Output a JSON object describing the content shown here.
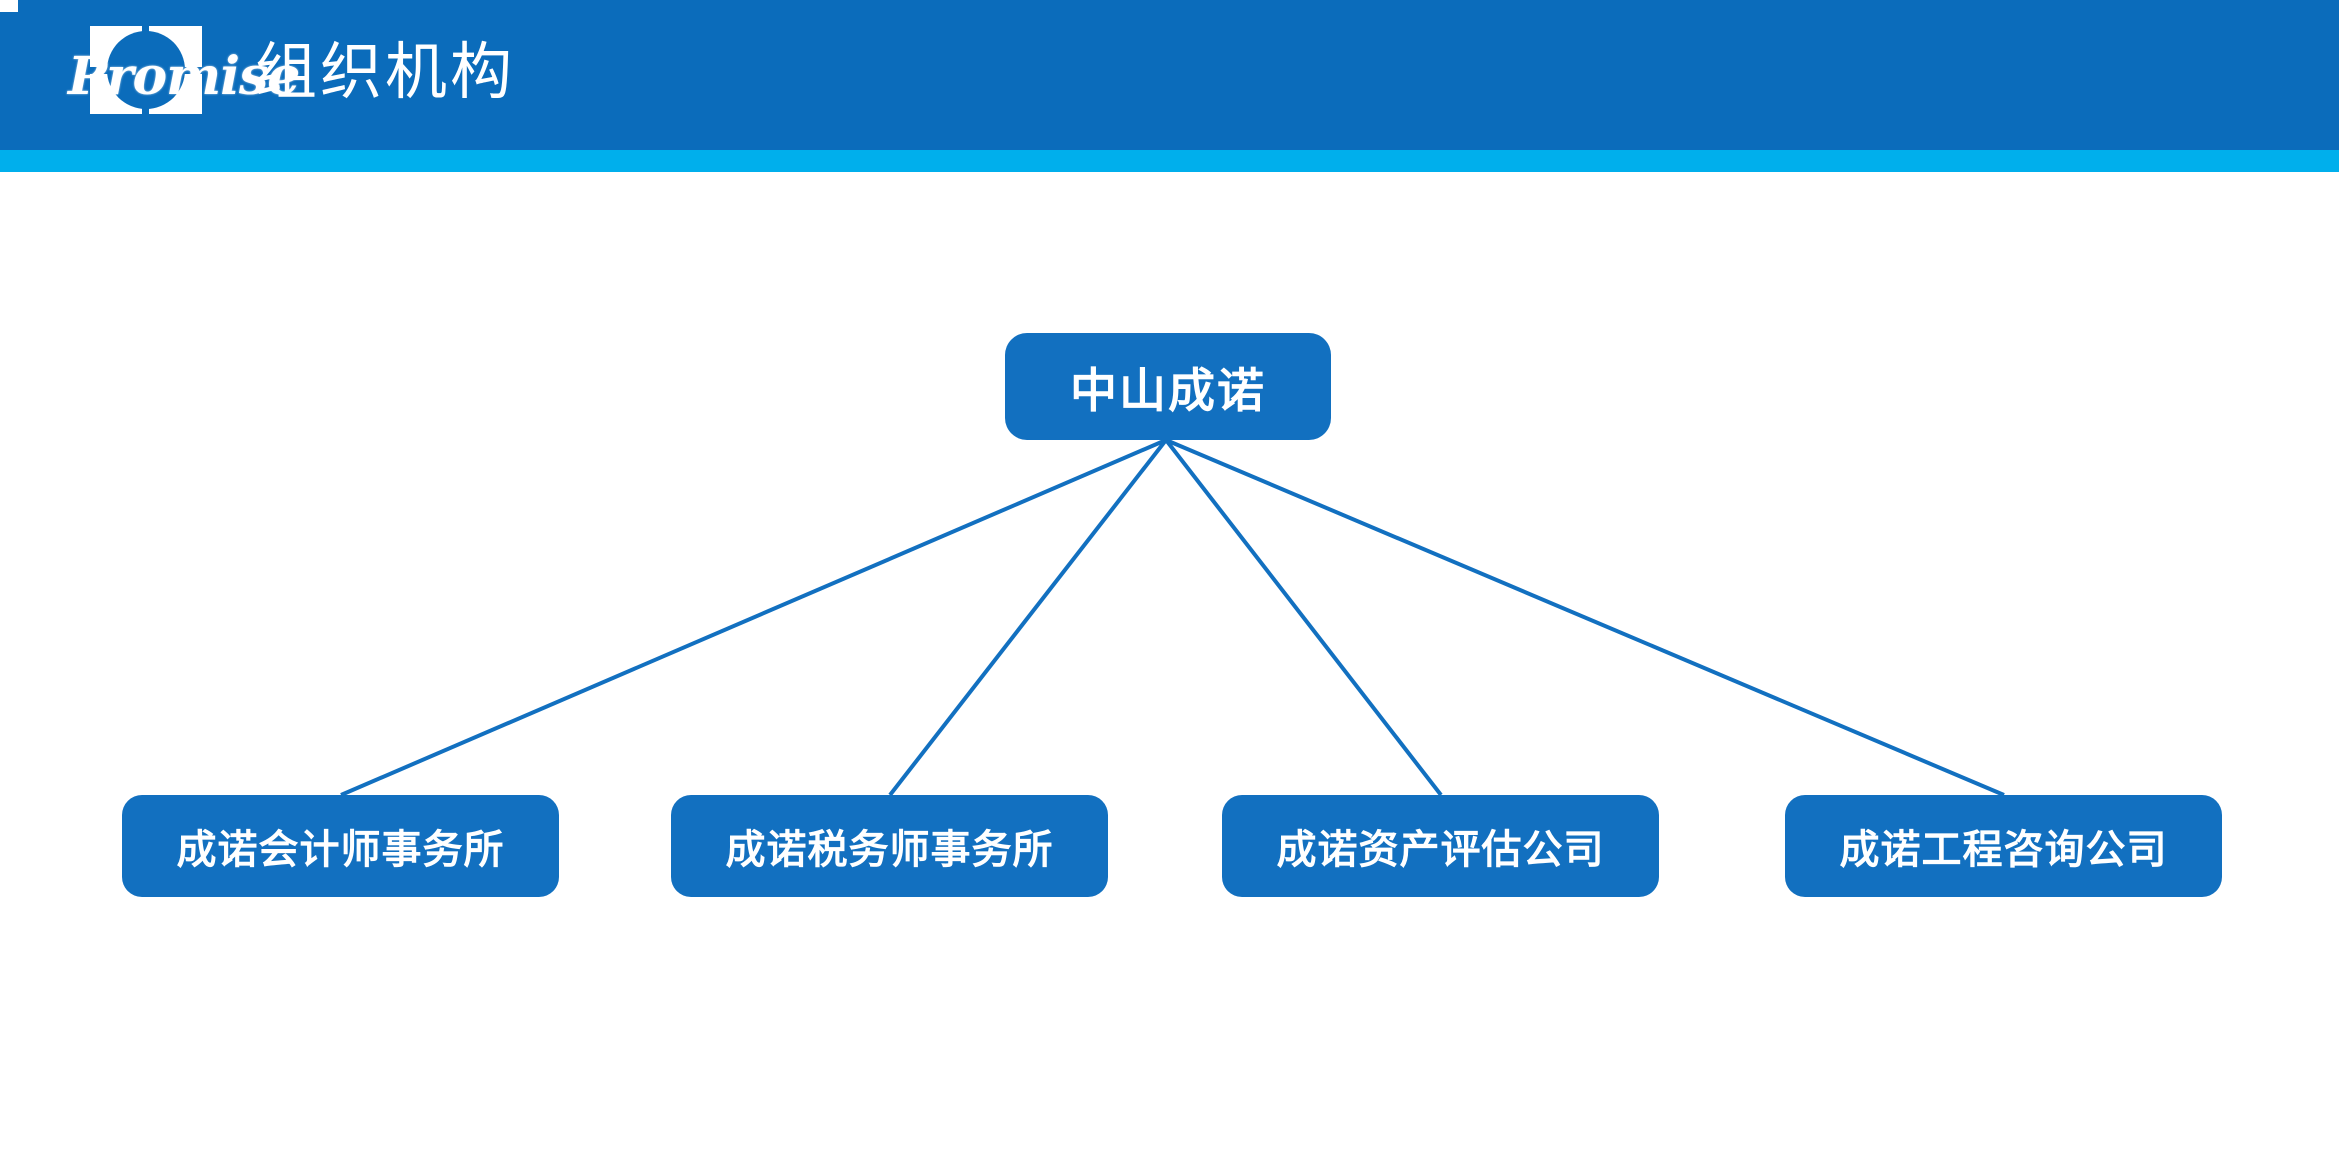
{
  "header": {
    "title": "组织机构",
    "logo_wordmark": "Promise",
    "logo_icon_name": "promise-square-circle-logo",
    "bar_color": "#0B6CBB",
    "accent_color": "#00AFEC",
    "title_color": "#FFFFFF"
  },
  "chart_data": {
    "type": "diagram",
    "diagram_kind": "organization-chart",
    "title": "组织机构",
    "node_fill_color": "#1270C0",
    "node_text_color": "#FFFFFF",
    "connector_color": "#1270C0",
    "root": {
      "label": "中山成诺"
    },
    "children": [
      {
        "label": "成诺会计师事务所"
      },
      {
        "label": "成诺税务师事务所"
      },
      {
        "label": "成诺资产评估公司"
      },
      {
        "label": "成诺工程咨询公司"
      }
    ],
    "edges": [
      {
        "from": "中山成诺",
        "to": "成诺会计师事务所"
      },
      {
        "from": "中山成诺",
        "to": "成诺税务师事务所"
      },
      {
        "from": "中山成诺",
        "to": "成诺资产评估公司"
      },
      {
        "from": "中山成诺",
        "to": "成诺工程咨询公司"
      }
    ]
  }
}
